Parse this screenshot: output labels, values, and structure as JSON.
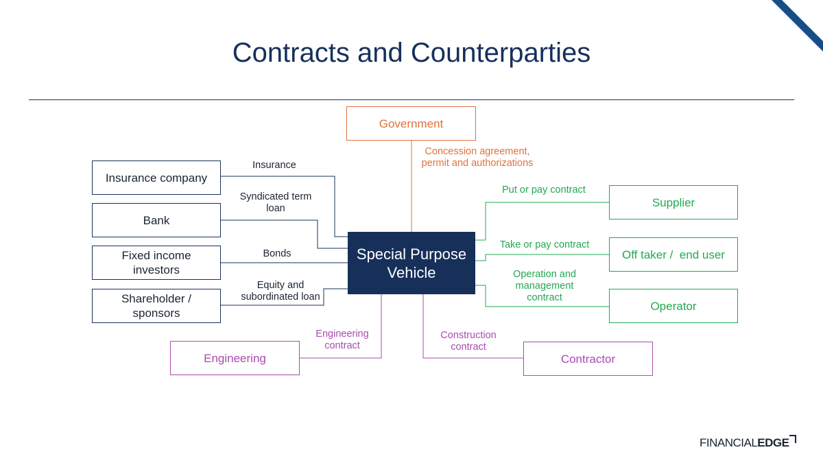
{
  "title": "Contracts and Counterparties",
  "colors": {
    "navy": "#17305a",
    "orange": "#e0713b",
    "green": "#22a851",
    "purple": "#a94ab2"
  },
  "center": {
    "line1": "Special Purpose",
    "line2": "Vehicle"
  },
  "government": {
    "box": "Government",
    "label_line1": "Concession agreement,",
    "label_line2": "permit and authorizations"
  },
  "left": [
    {
      "box_line1": "Insurance company",
      "box_line2": "",
      "label_line1": "Insurance",
      "label_line2": ""
    },
    {
      "box_line1": "Bank",
      "box_line2": "",
      "label_line1": "Syndicated term",
      "label_line2": "loan"
    },
    {
      "box_line1": "Fixed income",
      "box_line2": "investors",
      "label_line1": "Bonds",
      "label_line2": ""
    },
    {
      "box_line1": "Shareholder /",
      "box_line2": "sponsors",
      "label_line1": "Equity and",
      "label_line2": "subordinated loan"
    }
  ],
  "right": [
    {
      "box": "Supplier",
      "label_line1": "Put or pay contract",
      "label_line2": "",
      "label_line3": ""
    },
    {
      "box": "Off taker /  end user",
      "label_line1": "Take or pay contract",
      "label_line2": "",
      "label_line3": ""
    },
    {
      "box": "Operator",
      "label_line1": "Operation and",
      "label_line2": "management",
      "label_line3": "contract"
    }
  ],
  "bottom": [
    {
      "box": "Engineering",
      "label_line1": "Engineering",
      "label_line2": "contract"
    },
    {
      "box": "Contractor",
      "label_line1": "Construction",
      "label_line2": "contract"
    }
  ],
  "logo": {
    "part1": "FINANCIAL",
    "part2": "EDGE"
  }
}
